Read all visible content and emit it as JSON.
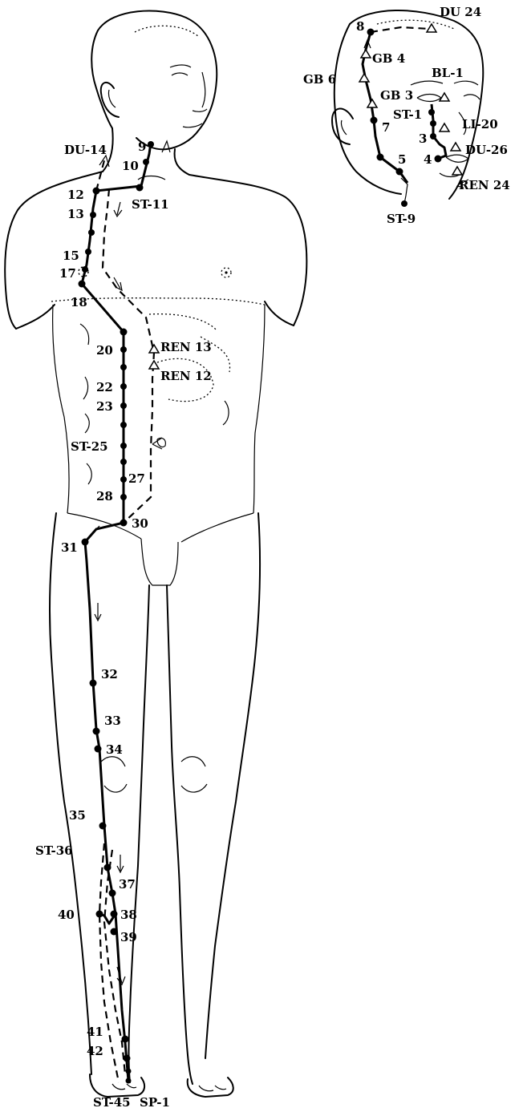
{
  "labels": {
    "du14": "DU-14",
    "st11": "ST-11",
    "n9": "9",
    "n10": "10",
    "n12": "12",
    "n13": "13",
    "n15": "15",
    "n17": "17",
    "n18": "18",
    "n20": "20",
    "ren13": "REN 13",
    "ren12": "REN 12",
    "n22": "22",
    "n23": "23",
    "st25": "ST-25",
    "n27": "27",
    "n28": "28",
    "n30": "30",
    "n31": "31",
    "n32": "32",
    "n33": "33",
    "n34": "34",
    "n35": "35",
    "st36": "ST-36",
    "n37": "37",
    "n38": "38",
    "n39": "39",
    "n40": "40",
    "n41": "41",
    "n42": "42",
    "st45": "ST-45",
    "sp1": "SP-1",
    "du24": "DU 24",
    "n8": "8",
    "gb4": "GB 4",
    "gb6": "GB 6",
    "gb3": "GB 3",
    "bl1": "BL-1",
    "st1": "ST-1",
    "li20": "LI-20",
    "n7": "7",
    "n3": "3",
    "du26": "DU-26",
    "n4": "4",
    "n5": "5",
    "ren24": "REN 24",
    "st9": "ST-9"
  }
}
